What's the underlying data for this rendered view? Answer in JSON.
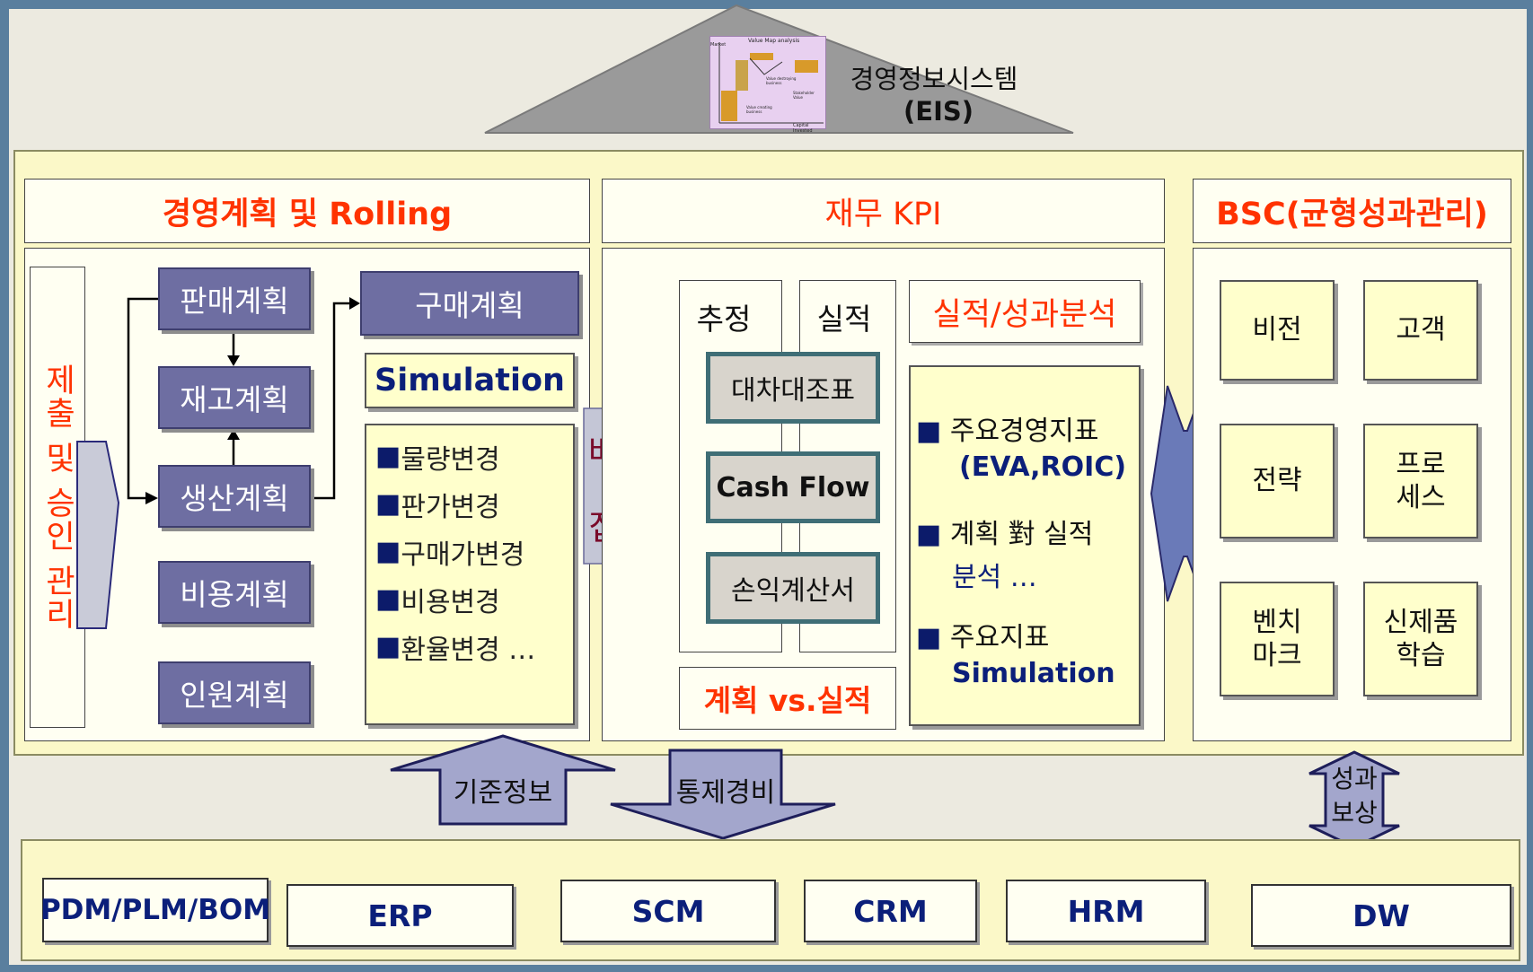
{
  "eis": {
    "title": "경영정보시스템",
    "subtitle": "(EIS)"
  },
  "eis_chart": {
    "title": "Value Map analysis",
    "y_label": "Market",
    "x_label": "Capital Invested",
    "labels": [
      "Value destroying business",
      "Value creating business",
      "Stakeholder Value"
    ]
  },
  "planning": {
    "header": "경영계획 및 Rolling",
    "vertical_label": "제출 및 승인 관리",
    "plans": [
      "판매계획",
      "재고계획",
      "생산계획",
      "비용계획",
      "인원계획"
    ],
    "purchase": "구매계획",
    "simulation_title": "Simulation",
    "simulation_items": [
      "물량변경",
      "판가변경",
      "구매가변경",
      "비용변경",
      "환율변경 …"
    ]
  },
  "allocation_arrow": {
    "line1": "배부",
    "line2": "&",
    "line3": "집계"
  },
  "kpi": {
    "header": "재무 KPI",
    "estimate": "추정",
    "actual": "실적",
    "statements": [
      "대차대조표",
      "Cash Flow",
      "손익계산서"
    ],
    "plan_vs_actual": "계획 vs.실적",
    "analysis_title": "실적/성과분석",
    "analysis_items": [
      {
        "line1": "주요경영지표",
        "line2": "(EVA,ROIC)"
      },
      {
        "line1": "계획 對 실적",
        "line2": "분석 …"
      },
      {
        "line1": "주요지표",
        "line2": "Simulation"
      }
    ]
  },
  "bsc": {
    "header": "BSC(균형성과관리)",
    "cells": [
      {
        "line1": "비전",
        "line2": ""
      },
      {
        "line1": "고객",
        "line2": ""
      },
      {
        "line1": "전략",
        "line2": ""
      },
      {
        "line1": "프로",
        "line2": "세스"
      },
      {
        "line1": "벤치",
        "line2": "마크"
      },
      {
        "line1": "신제품",
        "line2": "학습"
      }
    ]
  },
  "flows": {
    "base_info": "기준정보",
    "control_expense": "통제경비",
    "reward_line1": "성과",
    "reward_line2": "보상"
  },
  "systems": [
    "PDM/PLM/BOM",
    "ERP",
    "SCM",
    "CRM",
    "HRM",
    "DW"
  ],
  "colors": {
    "frame": "#5a7f9e",
    "panel": "#fbf8c8",
    "purple_box": "#6e6ea2",
    "red_text": "#ff3300",
    "navy_text": "#0b1f7a"
  }
}
